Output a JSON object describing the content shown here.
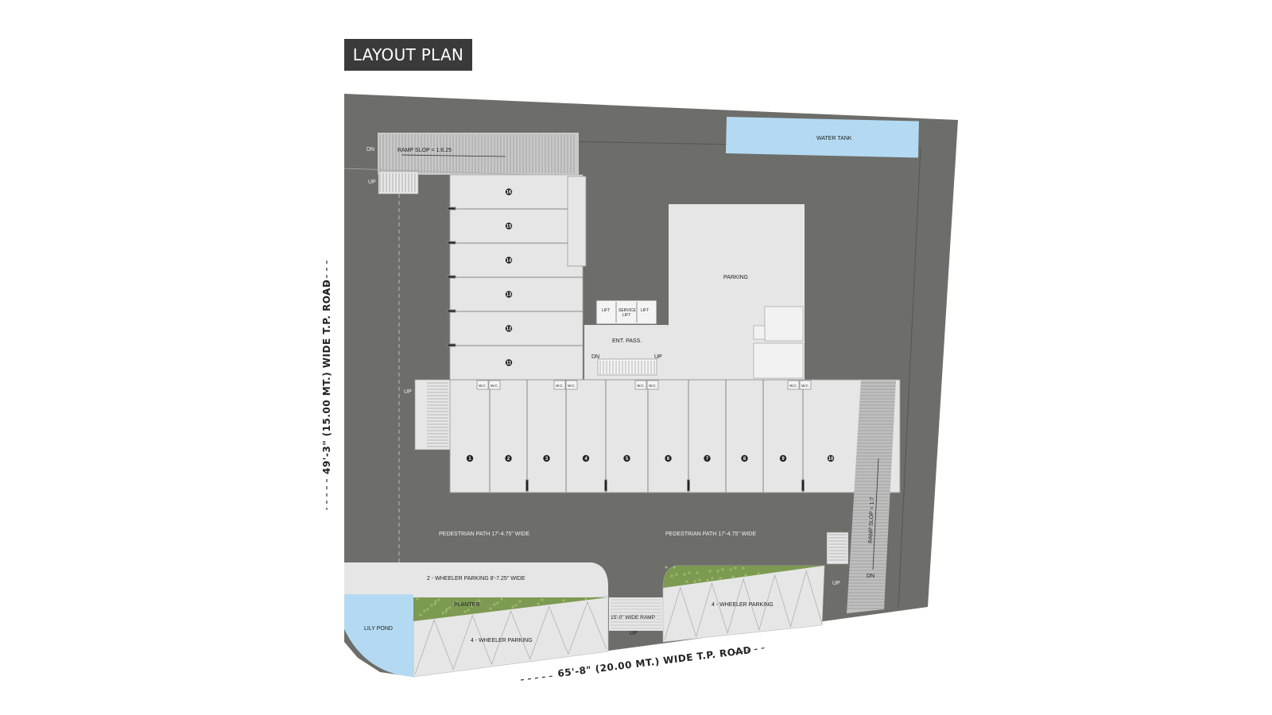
{
  "title": "LAYOUT PLAN",
  "labels": {
    "water_tank": "WATER TANK",
    "ramp_slope_top": "RAMP SLOP = 1:6.25",
    "dn_top": "DN",
    "up_top": "UP",
    "parking": "PARKING",
    "lift_left": "LIFT",
    "service_lift_1": "SERVICE",
    "service_lift_2": "LIFT",
    "lift_right": "LIFT",
    "ent_pass": "ENT. PASS.",
    "dn_stair": "DN",
    "up_stair": "UP",
    "up_left": "UP",
    "wc": "W.C.",
    "pedestrian_left": "PEDESTRIAN PATH 17'-4.75\" WIDE",
    "pedestrian_right": "PEDESTRIAN PATH 17'-4.75\" WIDE",
    "two_wheeler": "2 - WHEELER PARKING 8'-7.25\" WIDE",
    "planter": "PLANTER",
    "four_wheeler_left": "4 - WHEELER PARKING",
    "four_wheeler_right": "4 - WHEELER PARKING",
    "ramp_15": "15'-0\" WIDE RAMP",
    "up_ramp": "UP",
    "ramp_slope_right": "RAMP SLOP = 1:7",
    "up_right": "UP",
    "dn_right": "DN",
    "lily_pond": "LILY POND",
    "road_bottom": "65'-8\"  (20.00 MT.) WIDE T.P. ROAD",
    "road_left": "49'-3\"  (15.00 MT.) WIDE T.P. ROAD"
  },
  "shops_bottom": [
    "1",
    "2",
    "3",
    "4",
    "5",
    "6",
    "7",
    "8",
    "9",
    "10"
  ],
  "shops_left": [
    "16",
    "15",
    "14",
    "13",
    "12",
    "11"
  ],
  "colors": {
    "ground": "#6d6d69",
    "building": "#e6e6e6",
    "water": "#b3daf2",
    "planter": "#7d9a52",
    "title_bg": "#3a3a3a"
  }
}
